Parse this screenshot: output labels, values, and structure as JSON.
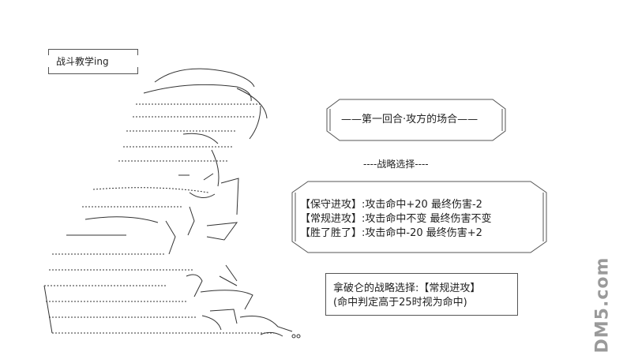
{
  "tag_label": "战斗教学ing",
  "round_title": "——第一回合·攻方的场合——",
  "strategy_header": "----战略选择----",
  "options": [
    "【保守进攻】:攻击命中+20 最终伤害-2",
    "【常规进攻】:攻击命中不变 最终伤害不变",
    "【胜了胜了】:攻击命中-20 最终伤害+2"
  ],
  "choice": {
    "line1": "拿破仑的战略选择:【常规进攻】",
    "line2": "(命中判定高于25时视为命中)"
  },
  "watermark": "DM5.com",
  "colors": {
    "ink": "#222222",
    "line": "#555555",
    "watermark": "#9a9a9a"
  }
}
